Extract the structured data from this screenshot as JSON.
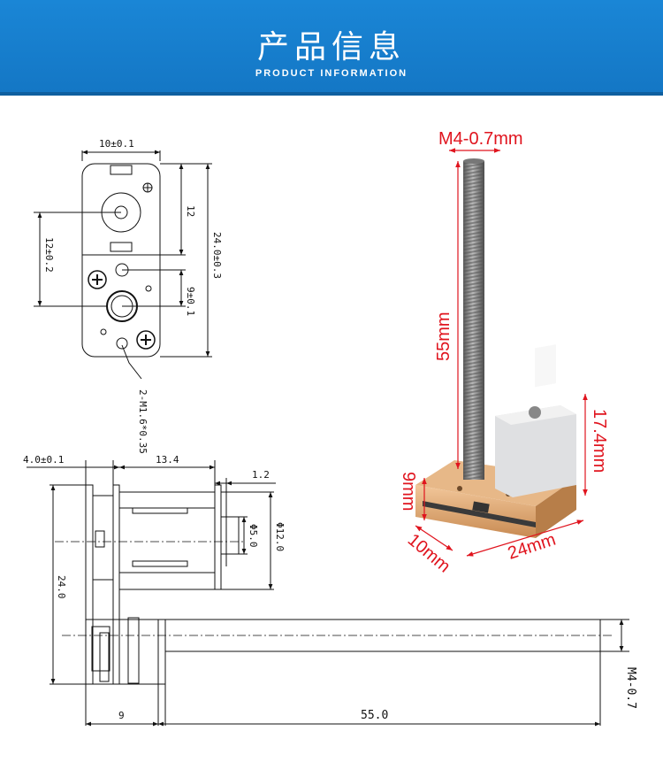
{
  "banner": {
    "title": "产品信息",
    "subtitle": "PRODUCT INFORMATION"
  },
  "drawing": {
    "top_view": {
      "width": "10±0.1",
      "upper_height": "12",
      "total_height": "24.0±0.3",
      "hole_pitch": "9±0.1",
      "shaft_offset": "12±0.2",
      "screw_note": "2-M1.6*0.35"
    },
    "side_view": {
      "gearbox_width": "4.0±0.1",
      "motor_length": "13.4",
      "boss_length": "1.2",
      "height": "24.0",
      "boss_dia": "Φ5.0",
      "motor_dia": "Φ12.0",
      "lower_width": "9",
      "screw_length": "55.0",
      "thread": "M4-0.7"
    }
  },
  "photo": {
    "thread": "M4-0.7mm",
    "screw_length": "55mm",
    "motor_height": "17.4mm",
    "gearbox_height": "9mm",
    "gearbox_depth": "10mm",
    "gearbox_length": "24mm"
  },
  "colors": {
    "banner": "#1a86d6",
    "dimension_red": "#e0141e",
    "brass": "#d9a56e"
  }
}
